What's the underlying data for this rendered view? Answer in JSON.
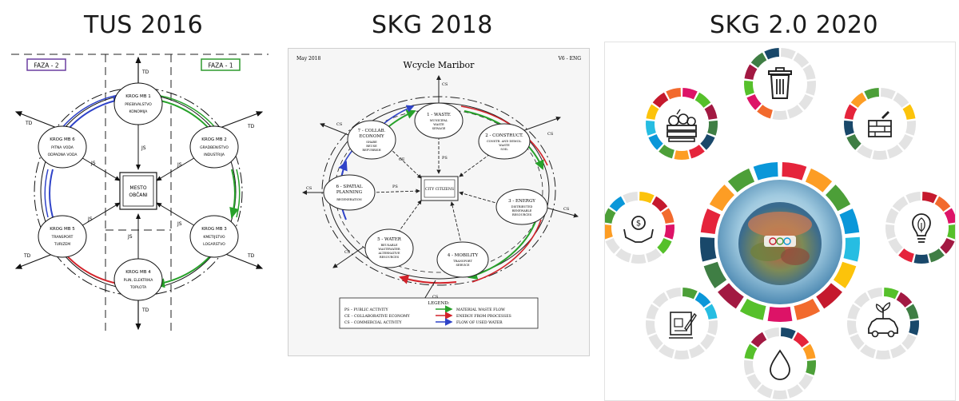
{
  "headings": {
    "tus": "TUS 2016",
    "skg": "SKG 2018",
    "skg2": "SKG 2.0 2020"
  },
  "tus_diagram": {
    "phase_left": "FAZA - 2",
    "phase_right": "FAZA - 1",
    "center": [
      "MESTO",
      "OBČANI"
    ],
    "nodes": [
      {
        "lines": [
          "KROG MB 1",
          "PREBIVALSTVO",
          "KONOMIJA"
        ]
      },
      {
        "lines": [
          "KROG MB 2",
          "GRADBENIŠTVO",
          "INDUSTRIJA"
        ]
      },
      {
        "lines": [
          "KROG MB 3",
          "KMETIJSTVO",
          "LOGARSTVO"
        ]
      },
      {
        "lines": [
          "KROG MB 4",
          "PLIN, ELEKTRIKA",
          "TOPLOTA"
        ]
      },
      {
        "lines": [
          "KROG MB 5",
          "TRANSPORT",
          "TURIZEM"
        ]
      },
      {
        "lines": [
          "KROG MB 6",
          "PITNA VODA",
          "ODPADNA VODA"
        ]
      }
    ],
    "td": "TD",
    "js": "JS"
  },
  "skg_diagram": {
    "header_left": "May 2018",
    "header_right": "V6 - ENG",
    "title": "Wcycle Maribor",
    "center": "CITY CITIZENS",
    "nodes": [
      {
        "lines": [
          "1 - WASTE",
          "MUNICIPAL",
          "WASTE",
          "SEWAGE"
        ]
      },
      {
        "lines": [
          "2 - CONSTRUCT.",
          "CONSTR. AND DEMOL.",
          "WASTE",
          "SOIL"
        ]
      },
      {
        "lines": [
          "3 - ENERGY",
          "DISTRIBUTED",
          "RENEWABLE",
          "RESOURCES"
        ]
      },
      {
        "lines": [
          "4 - MOBILITY",
          "TRANSPORT",
          "SERVICE"
        ]
      },
      {
        "lines": [
          "5 - WATER",
          "REUSABLE",
          "WASTEWATER",
          "ALTERNATIVE",
          "RESOURCES"
        ]
      },
      {
        "lines": [
          "6 - SPATIAL",
          "PLANNING",
          "REGENERATION"
        ]
      },
      {
        "lines": [
          "7 - COLLAB.",
          "ECONOMY",
          "SHARE",
          "REUSE",
          "REFURBISH"
        ]
      }
    ],
    "legend_title": "LEGEND:",
    "legend_left": [
      "PS – PUBLIC ACTIVITY",
      "CE – COLLABORATIVE ECONOMY",
      "CS – COMMERCIAL ACTIVITY"
    ],
    "legend_right": [
      "MATERIAL WASTE FLOW",
      "ENERGY FROM PROCESSES",
      "FLOW OF USED WATER"
    ],
    "tags": {
      "cs": "CS",
      "ps": "PS",
      "ce": "CE"
    }
  },
  "skg2_diagram": {
    "center_logo": "ooo",
    "icons": [
      "trash-icon",
      "brick-wall-icon",
      "light-bulb-icon",
      "car-plant-icon",
      "water-drop-icon",
      "blueprint-icon",
      "hands-coin-icon",
      "food-crate-icon"
    ],
    "colors": {
      "red": "#c5192d",
      "dark_red": "#a21942",
      "orange": "#f26a2d",
      "yellow": "#fcc30b",
      "amber": "#fd9d24",
      "green": "#4c9f38",
      "dark_green": "#3f7e44",
      "light_green": "#56c02b",
      "blue": "#26bde2",
      "navy": "#19486a",
      "teal": "#0a97d9",
      "magenta": "#dd1367",
      "crimson": "#e5243b",
      "gray": "#e3e3e3"
    }
  }
}
